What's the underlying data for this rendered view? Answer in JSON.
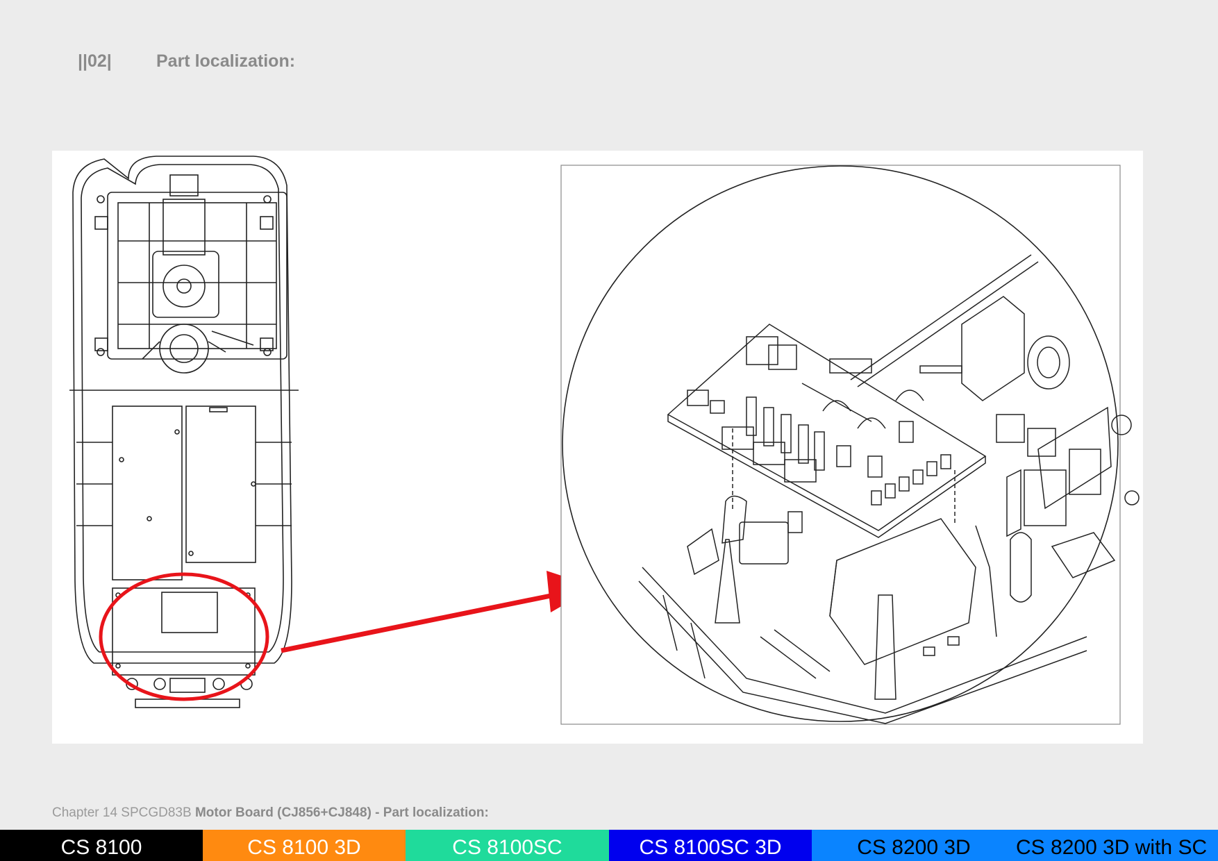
{
  "header": {
    "section_number": "||02|",
    "title": "Part localization:"
  },
  "footer": {
    "chapter": "Chapter 14 SPCGD83B",
    "title": "Motor Board (CJ856+CJ848) - Part localization:"
  },
  "tabs": [
    {
      "label": "CS 8100",
      "color": "#000000",
      "text_color": "#ffffff"
    },
    {
      "label": "CS 8100 3D",
      "color": "#ff8a10",
      "text_color": "#ffffff"
    },
    {
      "label": "CS 8100SC",
      "color": "#1fdb9b",
      "text_color": "#ffffff"
    },
    {
      "label": "CS 8100SC 3D",
      "color": "#0000ee",
      "text_color": "#ffffff"
    },
    {
      "label": "CS 8200 3D",
      "color": "#0a84ff",
      "text_color": "#000000"
    },
    {
      "label": "CS 8200 3D with SC",
      "color": "#0a84ff",
      "text_color": "#000000"
    }
  ],
  "colors": {
    "highlight": "#e8141a",
    "background": "#ececec"
  }
}
